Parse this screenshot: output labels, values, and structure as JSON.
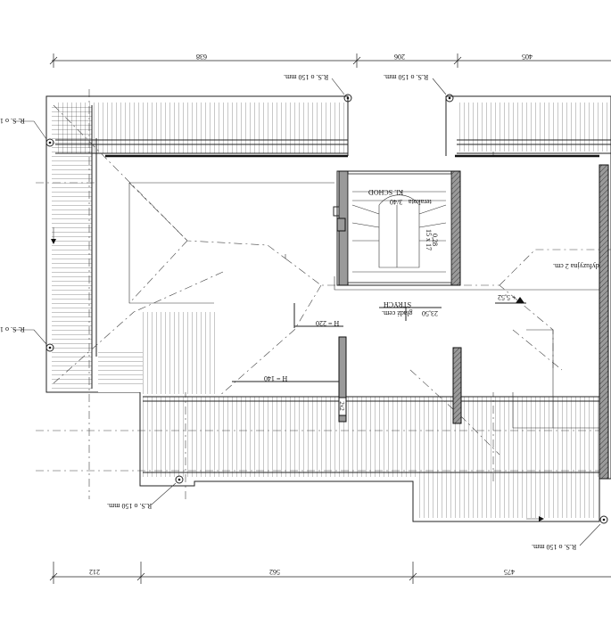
{
  "dimensions_top": [
    "638",
    "206",
    "405"
  ],
  "dimensions_bottom": [
    "212",
    "562",
    "475"
  ],
  "downpipe_label": "R.S. o 150 mm.",
  "downpipe_label_cut": "R. S. o 1",
  "stair": {
    "title": "Kl. SCHOD",
    "code": "3/40",
    "finish": "terakota",
    "steps": "15 x 17",
    "steps_dim": "0,28"
  },
  "attic": {
    "name": "STRYCH",
    "area": "23,50",
    "finish": "gładź cem."
  },
  "level": "+ 5,52",
  "heights": [
    "H = 220",
    "H = 140"
  ],
  "boarding_note": "dyfuzyjna 2 cm.",
  "chimney": "2x2"
}
